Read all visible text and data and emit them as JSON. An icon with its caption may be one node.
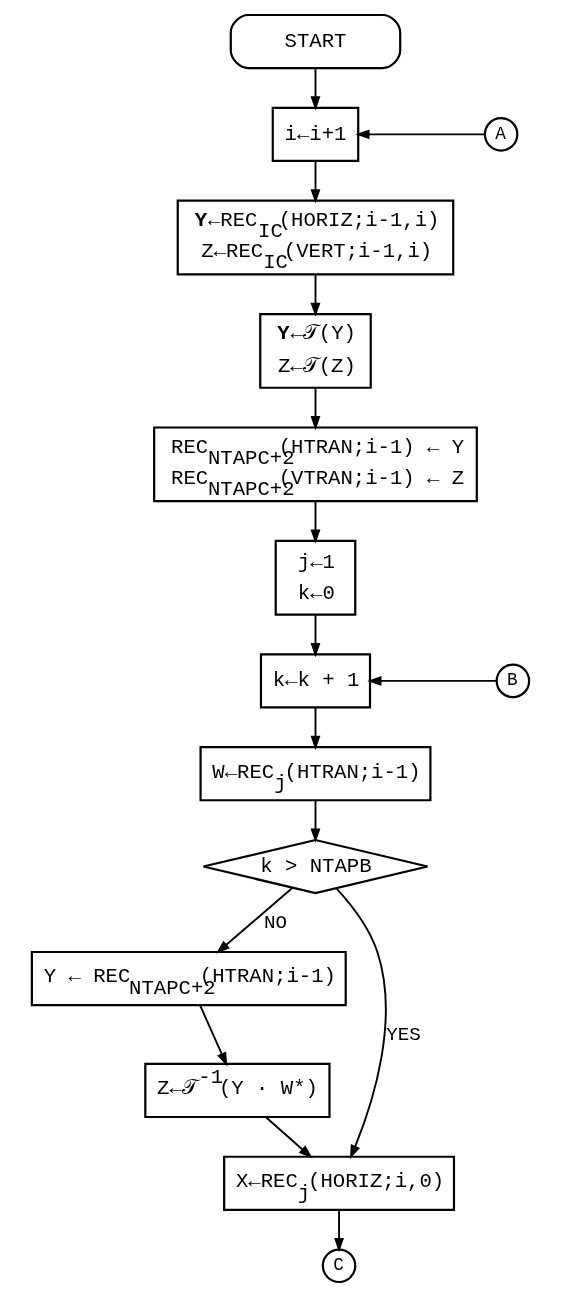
{
  "diagram": {
    "nodes": [
      {
        "text": [
          "START"
        ]
      },
      {
        "text": [
          "A"
        ]
      },
      {
        "text": [
          "i←i+1"
        ]
      },
      {
        "text": [
          "**Y**←REC$_{IC}$(HORIZ;i-1,i)",
          "Z←REC$_{IC}$(VERT;i-1,i)"
        ]
      },
      {
        "text": [
          "**Y**←𝒯(Y)",
          "Z←𝒯(Z)"
        ]
      },
      {
        "text": [
          "REC$_{NTAPC+2}$(HTRAN;i-1) ← Y",
          "REC$_{NTAPC+2}$(VTRAN;i-1) ← Z"
        ]
      },
      {
        "text": [
          "j←1",
          "k←0"
        ]
      },
      {
        "text": [
          "B"
        ]
      },
      {
        "text": [
          "k←k + 1"
        ]
      },
      {
        "text": [
          "W←REC$_{j}$(HTRAN;i-1)"
        ]
      },
      {
        "text": [
          "k > NTAPB"
        ]
      },
      {
        "text": [
          "Y ← REC$_{NTAPC+2}$(HTRAN;i-1)"
        ]
      },
      {
        "text": [
          "Z←𝒯$^{-1}$(Y · W*)"
        ]
      },
      {
        "text": [
          "X←REC$_{j}$(HORIZ;i,0)"
        ]
      },
      {
        "text": [
          "C"
        ]
      }
    ],
    "edges": [
      {
        "from": 0,
        "to": 2,
        "arrow": "to"
      },
      {
        "from": 1,
        "to": 2,
        "arrow": "to"
      },
      {
        "from": 2,
        "to": 3,
        "arrow": "to"
      },
      {
        "from": 3,
        "to": 4,
        "arrow": "to"
      },
      {
        "from": 4,
        "to": 5,
        "arrow": "to"
      },
      {
        "from": 5,
        "to": 6,
        "arrow": "to"
      },
      {
        "from": 6,
        "to": 8,
        "arrow": "to"
      },
      {
        "from": 7,
        "to": 8,
        "arrow": "to"
      },
      {
        "from": 8,
        "to": 9,
        "arrow": "to"
      },
      {
        "from": 9,
        "to": 10,
        "arrow": "to"
      },
      {
        "from": 10,
        "to": 13,
        "arrow": "to",
        "label": "YES"
      },
      {
        "from": 10,
        "to": 11,
        "arrow": "to",
        "label": "NO"
      },
      {
        "from": 11,
        "to": 12,
        "arrow": "to"
      },
      {
        "from": 12,
        "to": 13,
        "arrow": "to"
      },
      {
        "from": 13,
        "to": 14,
        "arrow": "to"
      }
    ]
  }
}
